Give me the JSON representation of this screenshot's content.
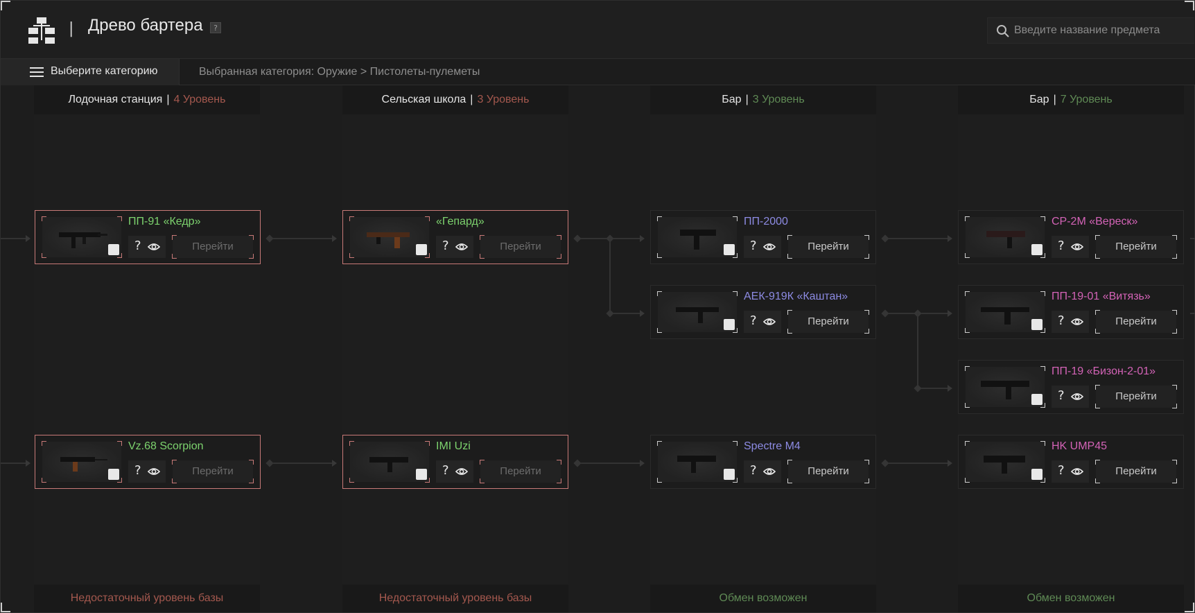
{
  "header": {
    "title": "Древо бартера",
    "help": "?",
    "separator": "|",
    "search_placeholder": "Введите название предмета",
    "logo_icon": "tree-hierarchy-icon"
  },
  "category_bar": {
    "button_label": "Выберите категорию",
    "selected": "Выбранная категория: Оружие > Пистолеты-пулеметы"
  },
  "columns": [
    {
      "location": "Лодочная станция",
      "level": "4 Уровень",
      "footer": "Недостаточный уровень базы"
    },
    {
      "location": "Сельская школа",
      "level": "3 Уровень",
      "footer": "Недостаточный уровень базы"
    },
    {
      "location": "Бар",
      "level": "3 Уровень",
      "footer": "Обмен возможен"
    },
    {
      "location": "Бар",
      "level": "7 Уровень",
      "footer": "Обмен возможен"
    }
  ],
  "items": {
    "kedr": {
      "name": "ПП-91 «Кедр»",
      "button": "Перейти"
    },
    "gepard": {
      "name": "«Гепард»",
      "button": "Перейти"
    },
    "pp2000": {
      "name": "ПП-2000",
      "button": "Перейти"
    },
    "kashtan": {
      "name": "АЕК-919К «Каштан»",
      "button": "Перейти"
    },
    "veresk": {
      "name": "СР-2М «Вереск»",
      "button": "Перейти"
    },
    "vityaz": {
      "name": "ПП-19-01 «Витязь»",
      "button": "Перейти"
    },
    "bizon": {
      "name": "ПП-19 «Бизон-2-01»",
      "button": "Перейти"
    },
    "scorpion": {
      "name": "Vz.68 Scorpion",
      "button": "Перейти"
    },
    "uzi": {
      "name": "IMI Uzi",
      "button": "Перейти"
    },
    "spectre": {
      "name": "Spectre M4",
      "button": "Перейти"
    },
    "ump": {
      "name": "HK UMP45",
      "button": "Перейти"
    }
  },
  "q_label": "?",
  "colors": {
    "locked_border": "#c97a78",
    "level_red": "#a4584e",
    "level_green": "#5f8a55",
    "name_green": "#7dd36e",
    "name_blue": "#8d8be3",
    "name_pink": "#d463b7"
  }
}
